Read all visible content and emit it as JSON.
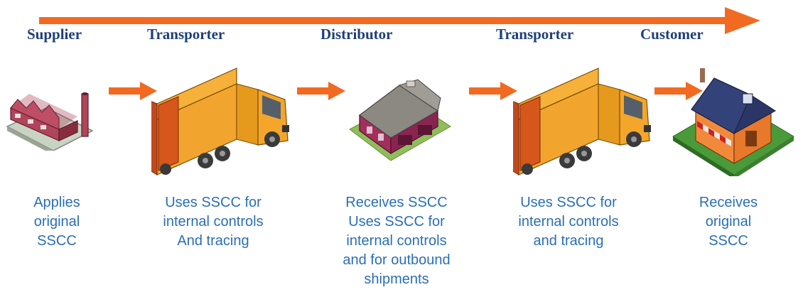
{
  "colors": {
    "arrow": "#f26a21",
    "title": "#1f3f7a",
    "description": "#2a6fb5"
  },
  "stages": [
    {
      "title": "Supplier",
      "icon": "factory-icon",
      "description": "Applies\noriginal\nSSCC"
    },
    {
      "title": "Transporter",
      "icon": "truck-icon",
      "description": "Uses SSCC for\ninternal controls\nAnd tracing"
    },
    {
      "title": "Distributor",
      "icon": "warehouse-icon",
      "description": "Receives SSCC\nUses SSCC for\ninternal controls\nand for outbound\nshipments"
    },
    {
      "title": "Transporter",
      "icon": "truck-icon",
      "description": "Uses SSCC for\ninternal controls\nand tracing"
    },
    {
      "title": "Customer",
      "icon": "store-icon",
      "description": "Receives\noriginal\nSSCC"
    }
  ]
}
